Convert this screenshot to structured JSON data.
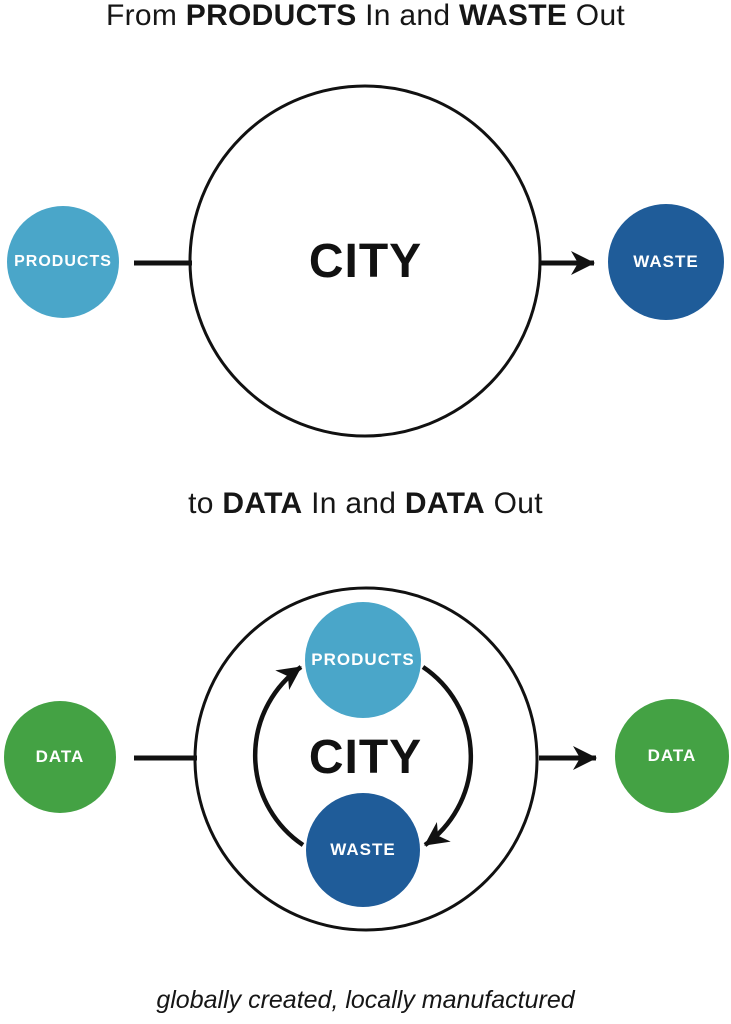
{
  "titles": {
    "top": {
      "prefix": "From ",
      "bold1": "PRODUCTS",
      "middle": " In and ",
      "bold2": "WASTE",
      "suffix": " Out"
    },
    "second": {
      "prefix": "to ",
      "bold1": "DATA",
      "middle": " In and ",
      "bold2": "DATA",
      "suffix": " Out"
    }
  },
  "diagram_top": {
    "input": "PRODUCTS",
    "center": "CITY",
    "output": "WASTE"
  },
  "diagram_bottom": {
    "input": "DATA",
    "center": "CITY",
    "cycle_top": "PRODUCTS",
    "cycle_bottom": "WASTE",
    "output": "DATA"
  },
  "caption": "globally created, locally manufactured",
  "colors": {
    "products": "#4AA6C9",
    "waste": "#1F5C99",
    "data": "#44A244",
    "ink": "#111111"
  }
}
